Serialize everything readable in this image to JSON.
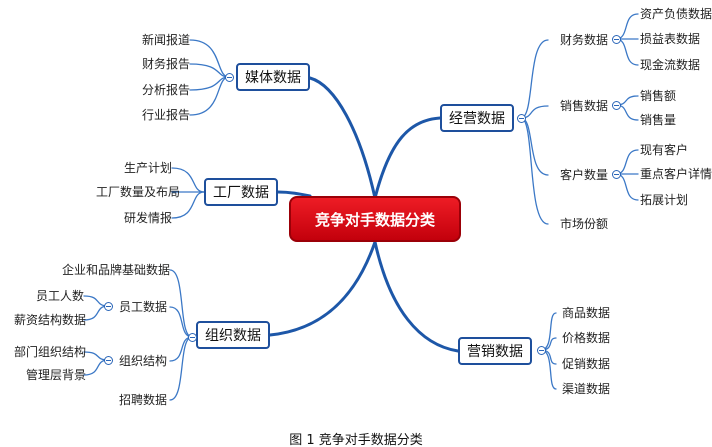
{
  "central_topic": "竞争对手数据分类",
  "left_branches": {
    "media": {
      "label": "媒体数据",
      "items": [
        "新闻报道",
        "财务报告",
        "分析报告",
        "行业报告"
      ]
    },
    "factory": {
      "label": "工厂数据",
      "items": [
        "生产计划",
        "工厂数量及布局",
        "研发情报"
      ]
    },
    "organization": {
      "label": "组织数据",
      "items": [
        "企业和品牌基础数据",
        "员工数据",
        "组织结构",
        "招聘数据"
      ],
      "staff_items": [
        "员工人数",
        "薪资结构数据"
      ],
      "structure_items": [
        "部门组织结构",
        "管理层背景"
      ]
    }
  },
  "right_branches": {
    "operations": {
      "label": "经营数据",
      "items": [
        "财务数据",
        "销售数据",
        "客户数量",
        "市场份额"
      ],
      "finance_items": [
        "资产负债数据",
        "损益表数据",
        "现金流数据"
      ],
      "sales_items": [
        "销售额",
        "销售量"
      ],
      "customer_items": [
        "现有客户",
        "重点客户详情",
        "拓展计划"
      ]
    },
    "marketing": {
      "label": "营销数据",
      "items": [
        "商品数据",
        "价格数据",
        "促销数据",
        "渠道数据"
      ]
    }
  },
  "caption": "图 1  竞争对手数据分类"
}
